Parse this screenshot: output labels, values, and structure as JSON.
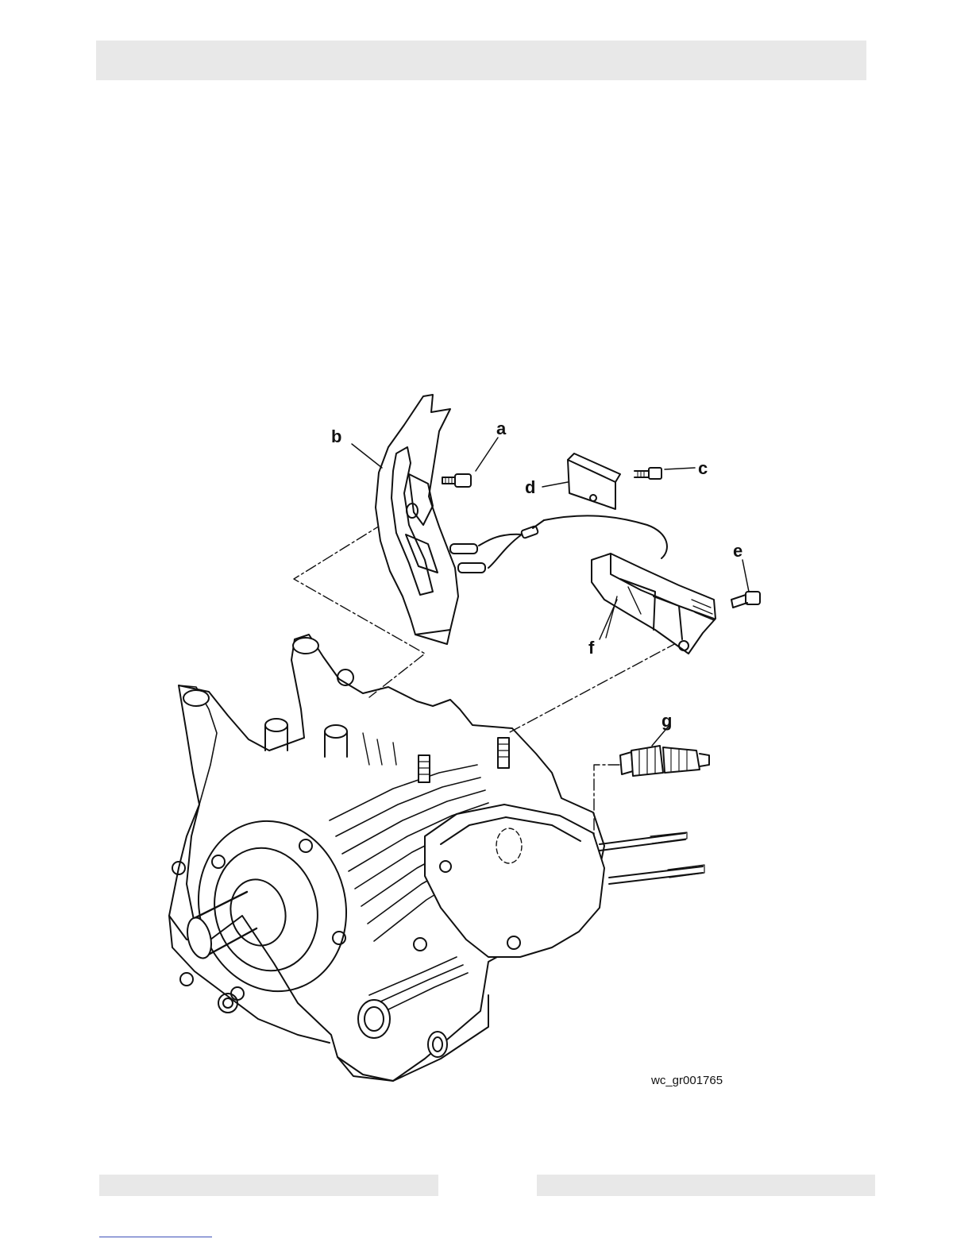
{
  "figure": {
    "callouts": {
      "a": "a",
      "b": "b",
      "c": "c",
      "d": "d",
      "e": "e",
      "f": "f",
      "g": "g"
    },
    "figure_id": "wc_gr001765"
  },
  "colors": {
    "header_bar": "#e8e8e8",
    "footer_bar": "#e8e8e8",
    "line_art": "#111111",
    "link_underline": "#3b4fb8"
  }
}
